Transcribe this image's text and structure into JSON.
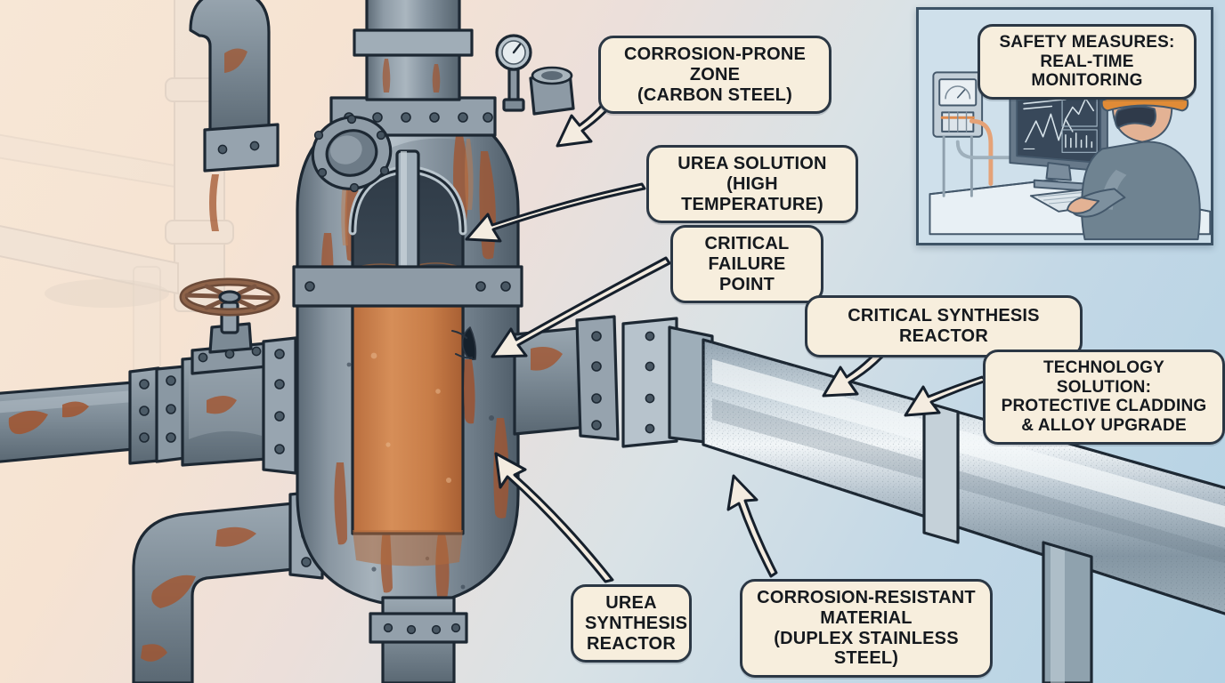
{
  "scene": {
    "title": "Urea Synthesis Reactor Corrosion Failure Diagram",
    "style": "technical illustration / cutaway cartoon rendering",
    "background": {
      "gradient_from": "#f7e7d6",
      "gradient_to": "#b4d2e4",
      "description": "warm cream upper-left fading to pale industrial blue lower-right"
    }
  },
  "palette": {
    "callout_fill": "#f7eedd",
    "callout_border": "#2b3744",
    "arrow_fill": "#f4ece0",
    "arrow_outline": "#16202c",
    "carbon_steel": "#7d8b96",
    "carbon_steel_dark": "#53626e",
    "rust": "#a2552f",
    "rust_light": "#c07a4c",
    "urea_liquid": "#d08450",
    "stainless": "#aebcc6",
    "stainless_light": "#eef3f6",
    "inset_bg": "#cfe0eb",
    "inset_border": "#3d5366",
    "helmet_orange": "#ed9a47",
    "outline": "#1d2833"
  },
  "callouts": [
    {
      "id": "corrosion-prone-zone",
      "text": "CORROSION-PRONE ZONE\n(CARBON STEEL)",
      "points_to": "reactor vessel upper dome shell"
    },
    {
      "id": "urea-solution",
      "text": "UREA SOLUTION\n(HIGH TEMPERATURE)",
      "points_to": "orange liquid level inside cutaway"
    },
    {
      "id": "critical-failure-point",
      "text": "CRITICAL\nFAILURE POINT",
      "points_to": "crack breach on vessel wall"
    },
    {
      "id": "critical-synthesis-reactor",
      "text": "CRITICAL SYNTHESIS REACTOR",
      "points_to": "reactor / outlet pipe junction"
    },
    {
      "id": "technology-solution",
      "text": "TECHNOLOGY SOLUTION:\nPROTECTIVE CLADDING\n& ALLOY UPGRADE",
      "points_to": "new stainless outlet pipe"
    },
    {
      "id": "urea-synthesis-reactor",
      "text": "UREA\nSYNTHESIS\nREACTOR",
      "points_to": "lower reactor vessel body"
    },
    {
      "id": "corrosion-resistant-material",
      "text": "CORROSION-RESISTANT\nMATERIAL\n(DUPLEX STAINLESS STEEL)",
      "points_to": "underside of stainless pipe"
    },
    {
      "id": "safety-measures",
      "text": "SAFETY MEASURES:\nREAL-TIME MONITORING",
      "points_to": "control room operator in inset"
    }
  ],
  "inset": {
    "id": "control-room-inset",
    "caption": "SAFETY MEASURES:\nREAL-TIME MONITORING",
    "elements": [
      "operator with orange hard hat",
      "monitor showing live trend charts",
      "wall control panel with analog gauge",
      "keyboard on desk",
      "instrument tubing to panel"
    ]
  },
  "equipment": [
    {
      "id": "reactor-vessel",
      "label": "Urea synthesis reactor vessel",
      "material": "carbon steel",
      "condition": "heavily corroded with rust streaks"
    },
    {
      "id": "vessel-cutaway",
      "label": "Cutaway window showing interior",
      "material": "—",
      "condition": "reveals urea liquid level"
    },
    {
      "id": "urea-liquid",
      "label": "High-temperature urea solution",
      "material": "process fluid",
      "condition": "hot, corrosive"
    },
    {
      "id": "failure-crack",
      "label": "Through-wall crack",
      "material": "carbon steel",
      "condition": "breached, leaking rust stain"
    },
    {
      "id": "top-riser-pipe",
      "label": "Top riser nozzle",
      "material": "carbon steel",
      "condition": "surface rust"
    },
    {
      "id": "pressure-gauge",
      "label": "Pressure gauge",
      "material": "instrument",
      "condition": "installed"
    },
    {
      "id": "sight-glass",
      "label": "Sight glass / inspection port",
      "material": "carbon steel",
      "condition": "bolted flange"
    },
    {
      "id": "gate-valve",
      "label": "Hand-wheel gate valve",
      "material": "carbon steel",
      "condition": "rusted"
    },
    {
      "id": "inlet-header-pipe",
      "label": "Left inlet header pipe",
      "material": "carbon steel",
      "condition": "corroded"
    },
    {
      "id": "lower-return-pipe",
      "label": "Lower return pipe elbow",
      "material": "carbon steel",
      "condition": "corroded"
    },
    {
      "id": "bottom-outlet-nozzle",
      "label": "Bottom outlet nozzle",
      "material": "carbon steel",
      "condition": "rust streaked"
    },
    {
      "id": "stainless-outlet-pipe",
      "label": "Upgraded outlet pipe",
      "material": "duplex stainless steel",
      "condition": "new, clad"
    },
    {
      "id": "pipe-support-column",
      "label": "Pipe support column",
      "material": "steel",
      "condition": "new"
    },
    {
      "id": "background-piping",
      "label": "Ghosted background piping",
      "material": "—",
      "condition": "faded backdrop"
    }
  ]
}
